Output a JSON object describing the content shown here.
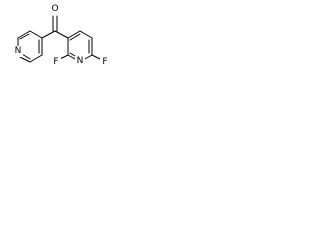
{
  "molecule": {
    "atoms": {
      "carbonyl_oxygen": "O",
      "pyridine_nitrogen_left": "N",
      "pyridine_nitrogen_right": "N",
      "fluorine_left": "F",
      "fluorine_right": "F"
    }
  }
}
